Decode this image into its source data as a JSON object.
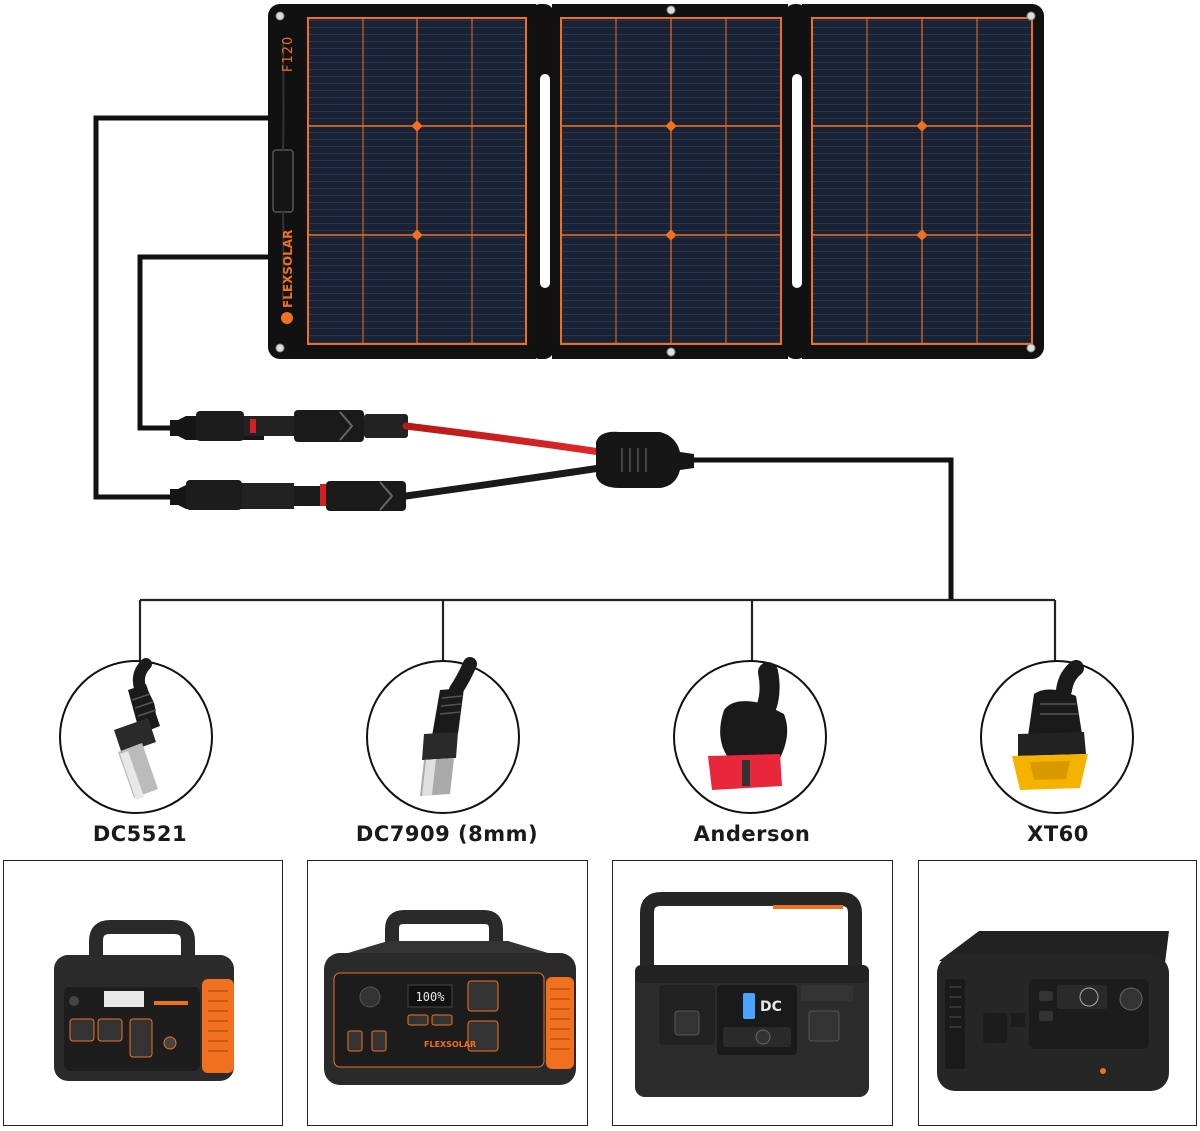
{
  "panel": {
    "model": "F120",
    "brand": "FLEXSOLAR"
  },
  "connectors": [
    {
      "name": "DC5521"
    },
    {
      "name": "DC7909 (8mm)"
    },
    {
      "name": "Anderson"
    },
    {
      "name": "XT60"
    }
  ],
  "stations": [
    {
      "brand": ""
    },
    {
      "brand": "FLEXSOLAR",
      "display": "100%"
    },
    {
      "display": "DC"
    },
    {
      "brand": ""
    }
  ],
  "colors": {
    "accent": "#f07020",
    "cable_black": "#111111",
    "cable_red": "#d42020",
    "anderson_red": "#e8283a",
    "xt60_yellow": "#f5b300"
  }
}
